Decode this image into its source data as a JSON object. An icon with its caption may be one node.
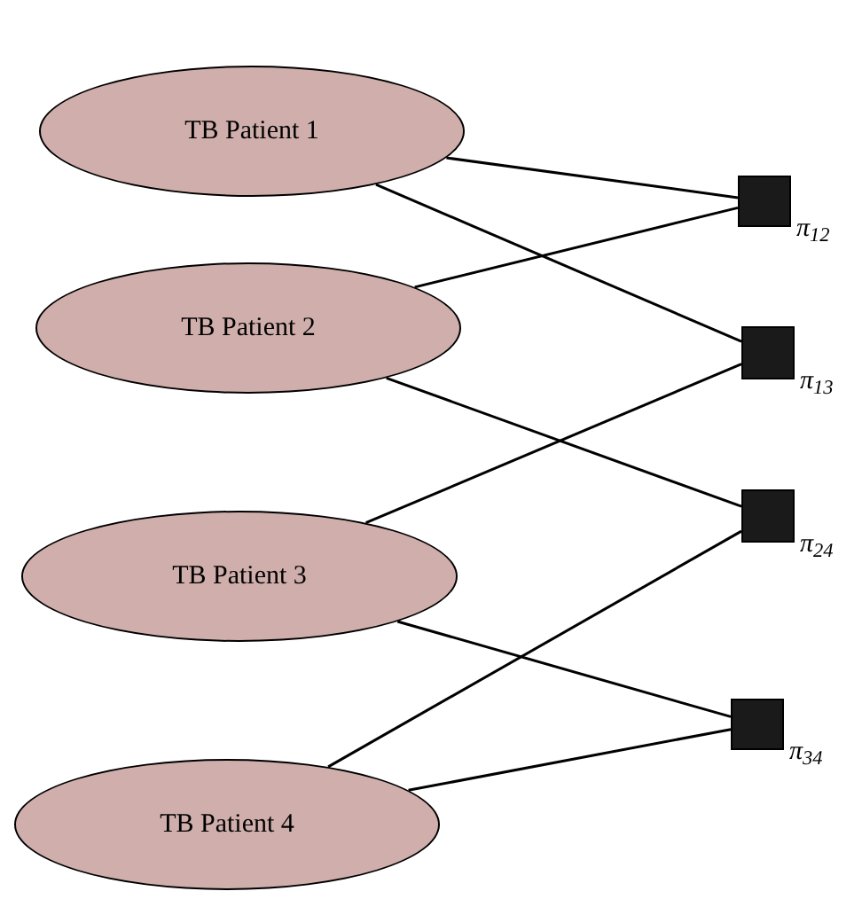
{
  "diagram": {
    "nodes": [
      {
        "text": [
          "TB Patient 1"
        ]
      },
      {
        "text": [
          "TB Patient 2"
        ]
      },
      {
        "text": [
          "TB Patient 3"
        ]
      },
      {
        "text": [
          "TB Patient 4"
        ]
      },
      {
        "text": [],
        "shape": "box",
        "beside": [
          "π$_{12}$"
        ]
      },
      {
        "text": [],
        "shape": "box",
        "beside": [
          "π$_{13}$"
        ]
      },
      {
        "text": [],
        "shape": "box",
        "beside": [
          "π$_{24}$"
        ]
      },
      {
        "text": [],
        "shape": "box",
        "beside": [
          "π$_{34}$"
        ]
      }
    ],
    "edges": [
      {
        "from": 0,
        "to": 4,
        "arrow": "none"
      },
      {
        "from": 0,
        "to": 5,
        "arrow": "none"
      },
      {
        "from": 1,
        "to": 4,
        "arrow": "none"
      },
      {
        "from": 1,
        "to": 6,
        "arrow": "none"
      },
      {
        "from": 2,
        "to": 5,
        "arrow": "none"
      },
      {
        "from": 2,
        "to": 7,
        "arrow": "none"
      },
      {
        "from": 3,
        "to": 6,
        "arrow": "none"
      },
      {
        "from": 3,
        "to": 7,
        "arrow": "none"
      }
    ]
  }
}
